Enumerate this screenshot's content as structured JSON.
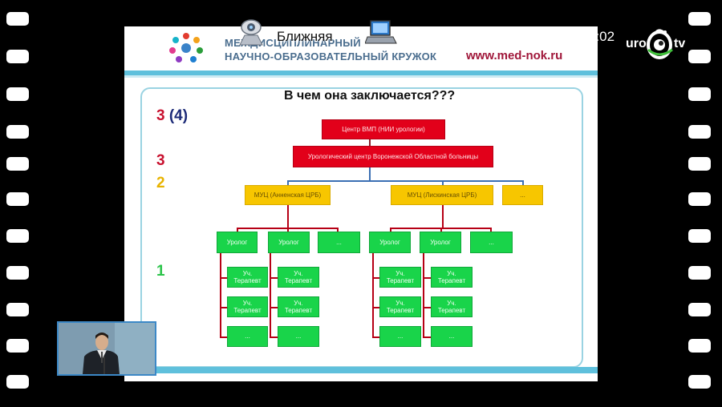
{
  "header": {
    "title_line1": "МЕЖДИСЦИПЛИНАРНЫЙ",
    "title_line2": "НАУЧНО-ОБРАЗОВАТЕЛЬНЫЙ КРУЖОК",
    "url": "www.med-nok.ru"
  },
  "overlay": {
    "label": "Ближняя",
    "time": "1:02",
    "logo": {
      "left": "uro",
      "right": "tv"
    }
  },
  "slide": {
    "question": "В чем она заключается???",
    "levels": {
      "l3a_main": "3",
      "l3a_paren": "(4)",
      "l3b": "3",
      "l2": "2",
      "l1": "1"
    },
    "chart": {
      "top": "Центр ВМП (НИИ урологии)",
      "regional": "Урологический центр Воронежской Областной больницы",
      "muc_left": "МУЦ (Анненская ЦРБ)",
      "muc_right": "МУЦ (Лискинская ЦРБ)",
      "muc_more": "...",
      "urolog": "Уролог",
      "more": "...",
      "therapist": "Уч. Терапевт"
    }
  },
  "colors": {
    "red": "#e2001a",
    "yellow": "#f7c600",
    "green": "#19d44a",
    "teal": "#5fc0dc",
    "url": "#a0173a"
  }
}
